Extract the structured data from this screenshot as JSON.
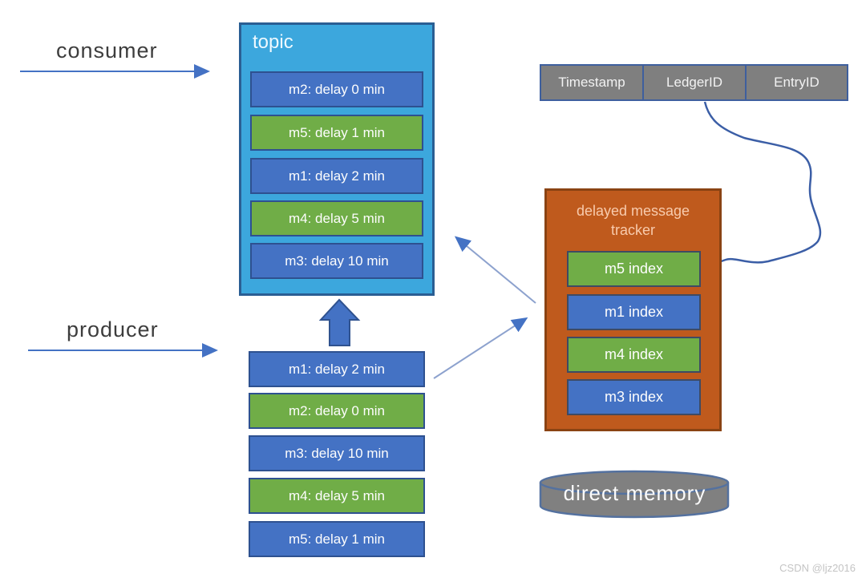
{
  "watermark": "CSDN @ljz2016",
  "palette": {
    "blue": "#4472c4",
    "green": "#70ad47",
    "topic_fill": "#3ca7dd",
    "topic_border": "#2a5e93",
    "tracker_fill": "#bf5a1d",
    "tracker_title_color": "#f8cbad",
    "cell_gray": "#7f7f7f",
    "arrow_blue": "#4472c4",
    "thin_arrow": "#8da2ce",
    "connector": "#3b5ea6",
    "cylinder_gray": "#808080",
    "cylinder_border": "#54719f"
  },
  "consumer": {
    "label": "consumer"
  },
  "producer": {
    "label": "producer"
  },
  "topic": {
    "title": "topic",
    "messages": [
      {
        "label": "m2: delay 0 min",
        "color": "blue"
      },
      {
        "label": "m5: delay 1 min",
        "color": "green"
      },
      {
        "label": "m1: delay 2 min",
        "color": "blue"
      },
      {
        "label": "m4: delay 5 min",
        "color": "green"
      },
      {
        "label": "m3: delay 10 min",
        "color": "blue"
      }
    ]
  },
  "producer_stack": {
    "messages": [
      {
        "label": "m1: delay 2 min",
        "color": "blue"
      },
      {
        "label": "m2: delay 0 min",
        "color": "green"
      },
      {
        "label": "m3: delay 10 min",
        "color": "blue"
      },
      {
        "label": "m4: delay 5 min",
        "color": "green"
      },
      {
        "label": "m5: delay 1 min",
        "color": "blue"
      }
    ]
  },
  "index_entry_table": {
    "columns": [
      "Timestamp",
      "LedgerID",
      "EntryID"
    ]
  },
  "tracker": {
    "title": "delayed message tracker",
    "items": [
      {
        "label": "m5 index",
        "color": "green"
      },
      {
        "label": "m1 index",
        "color": "blue"
      },
      {
        "label": "m4 index",
        "color": "green"
      },
      {
        "label": "m3 index",
        "color": "blue"
      }
    ]
  },
  "direct_memory": {
    "label": "direct memory"
  }
}
